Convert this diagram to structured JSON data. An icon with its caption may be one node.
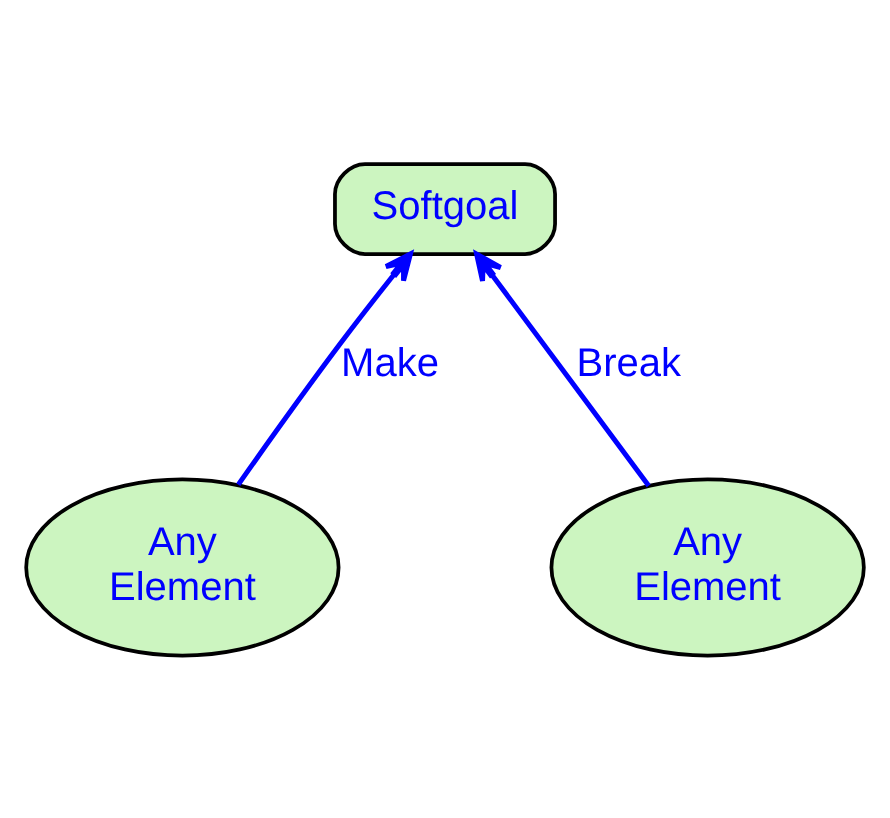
{
  "diagram": {
    "nodes": [
      {
        "text": [
          "Softgoal"
        ]
      },
      {
        "text": [
          "Any Element"
        ]
      },
      {
        "text": [
          "Any Element"
        ]
      }
    ],
    "edges": [
      {
        "from": 1,
        "to": 0,
        "arrow": "to",
        "label": "Make"
      },
      {
        "from": 2,
        "to": 0,
        "arrow": "to",
        "label": "Break"
      }
    ]
  }
}
